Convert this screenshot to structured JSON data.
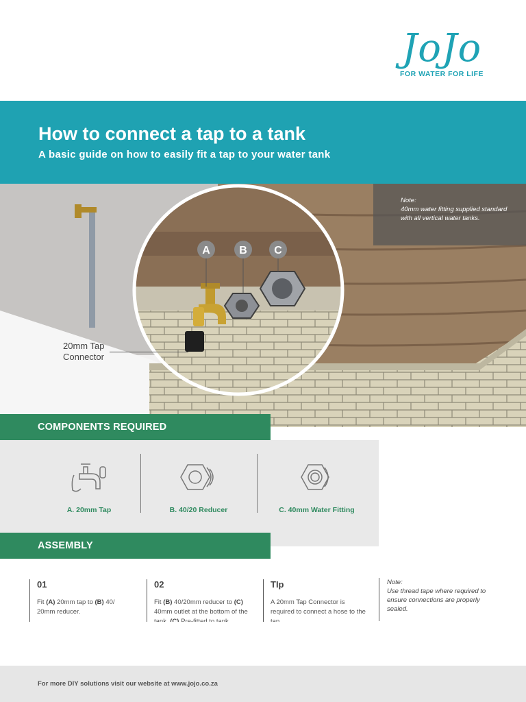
{
  "brand": {
    "logo_text": "JoJo",
    "tagline": "FOR WATER FOR LIFE",
    "color": "#1fa3b5"
  },
  "banner": {
    "title": "How to connect a tap to a tank",
    "subtitle": "A basic guide on how to easily fit a tap to your water tank",
    "color": "#1fa2b2"
  },
  "illustration": {
    "markers": [
      "A",
      "B",
      "C"
    ],
    "connector_label": "20mm Tap\nConnector",
    "note": "Note:\n40mm water fitting supplied standard with all vertical water tanks."
  },
  "components": {
    "header": "COMPONENTS REQUIRED",
    "items": [
      {
        "label": "A. 20mm Tap",
        "icon": "tap-icon"
      },
      {
        "label": "B. 40/20 Reducer",
        "icon": "reducer-icon"
      },
      {
        "label": "C. 40mm Water Fitting",
        "icon": "water-fitting-icon"
      }
    ],
    "accent_color": "#2f8a5f"
  },
  "assembly": {
    "header": "ASSEMBLY",
    "steps": [
      {
        "num": "01",
        "text_html": "Fit <b>(A)</b> 20mm tap to <b>(B)</b> 40/ 20mm reducer."
      },
      {
        "num": "02",
        "text_html": "Fit <b>(B)</b> 40/20mm reducer to <b>(C)</b> 40mm outlet at the bottom of the tank. <b>(C)</b> Pre-fitted to tank."
      },
      {
        "num": "TIp",
        "text_html": "A 20mm Tap Connector is required to connect a hose to the tap."
      }
    ],
    "note": "Note:\nUse thread tape where required to ensure connections are properly sealed."
  },
  "footer": {
    "text": "For more DIY solutions visit our website at www.jojo.co.za"
  }
}
